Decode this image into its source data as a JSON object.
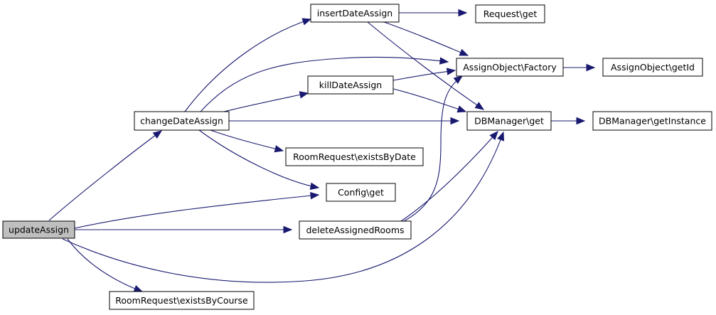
{
  "colors": {
    "edge": "#191970",
    "node_fill": "#ffffff",
    "root_fill": "#bfbfbf",
    "border": "#000000"
  },
  "nodes": [
    {
      "id": "updateAssign",
      "label": "updateAssign",
      "root": true
    },
    {
      "id": "changeDateAssign",
      "label": "changeDateAssign"
    },
    {
      "id": "insertDateAssign",
      "label": "insertDateAssign"
    },
    {
      "id": "killDateAssign",
      "label": "killDateAssign"
    },
    {
      "id": "roomRequestExistsByDate",
      "label": "RoomRequest\\existsByDate"
    },
    {
      "id": "configGet",
      "label": "Config\\get"
    },
    {
      "id": "deleteAssignedRooms",
      "label": "deleteAssignedRooms"
    },
    {
      "id": "roomRequestExistsByCourse",
      "label": "RoomRequest\\existsByCourse"
    },
    {
      "id": "requestGet",
      "label": "Request\\get"
    },
    {
      "id": "assignObjectFactory",
      "label": "AssignObject\\Factory"
    },
    {
      "id": "dbManagerGet",
      "label": "DBManager\\get"
    },
    {
      "id": "assignObjectGetId",
      "label": "AssignObject\\getId"
    },
    {
      "id": "dbManagerGetInstance",
      "label": "DBManager\\getInstance"
    }
  ],
  "edges": [
    {
      "from": "updateAssign",
      "to": "changeDateAssign"
    },
    {
      "from": "updateAssign",
      "to": "configGet"
    },
    {
      "from": "updateAssign",
      "to": "deleteAssignedRooms"
    },
    {
      "from": "updateAssign",
      "to": "dbManagerGet"
    },
    {
      "from": "updateAssign",
      "to": "roomRequestExistsByCourse"
    },
    {
      "from": "changeDateAssign",
      "to": "insertDateAssign"
    },
    {
      "from": "changeDateAssign",
      "to": "assignObjectFactory"
    },
    {
      "from": "changeDateAssign",
      "to": "killDateAssign"
    },
    {
      "from": "changeDateAssign",
      "to": "dbManagerGet"
    },
    {
      "from": "changeDateAssign",
      "to": "roomRequestExistsByDate"
    },
    {
      "from": "changeDateAssign",
      "to": "configGet"
    },
    {
      "from": "insertDateAssign",
      "to": "requestGet"
    },
    {
      "from": "insertDateAssign",
      "to": "assignObjectFactory"
    },
    {
      "from": "insertDateAssign",
      "to": "dbManagerGet"
    },
    {
      "from": "killDateAssign",
      "to": "assignObjectFactory"
    },
    {
      "from": "killDateAssign",
      "to": "dbManagerGet"
    },
    {
      "from": "deleteAssignedRooms",
      "to": "assignObjectFactory"
    },
    {
      "from": "deleteAssignedRooms",
      "to": "dbManagerGet"
    },
    {
      "from": "assignObjectFactory",
      "to": "assignObjectGetId"
    },
    {
      "from": "dbManagerGet",
      "to": "dbManagerGetInstance"
    }
  ]
}
